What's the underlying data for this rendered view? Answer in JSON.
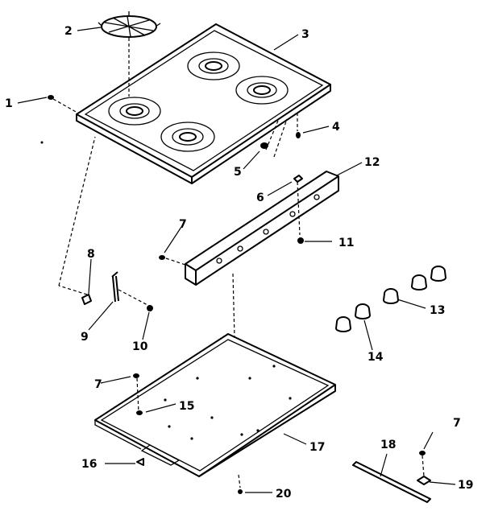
{
  "callouts": {
    "c1": "1",
    "c2": "2",
    "c3": "3",
    "c4": "4",
    "c5": "5",
    "c6": "6",
    "c7a": "7",
    "c7b": "7",
    "c7c": "7",
    "c8": "8",
    "c9": "9",
    "c10": "10",
    "c11": "11",
    "c12": "12",
    "c13": "13",
    "c14": "14",
    "c15": "15",
    "c16": "16",
    "c17": "17",
    "c18": "18",
    "c19": "19",
    "c20": "20"
  }
}
